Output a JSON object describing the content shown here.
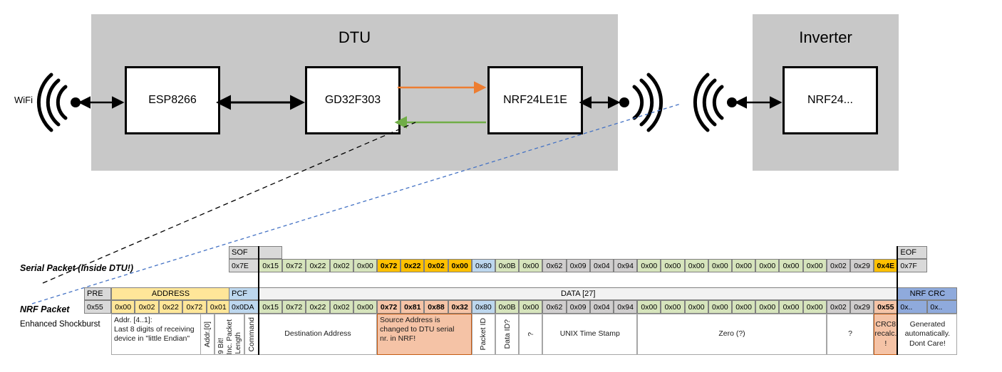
{
  "diagram": {
    "dtu": {
      "title": "DTU",
      "chips": [
        {
          "label": "ESP8266"
        },
        {
          "label": "GD32F303"
        },
        {
          "label": "NRF24LE1E"
        }
      ],
      "wifi_label": "WiFi"
    },
    "inverter": {
      "title": "Inverter",
      "chips": [
        {
          "label": "NRF24..."
        }
      ]
    },
    "colors": {
      "enclosure": "#c8c8c8",
      "arrow_tx": "#ed7d31",
      "arrow_rx": "#70ad47",
      "arrow_black": "#000000",
      "leader_serial": "#000000",
      "leader_nrf": "#4472c4"
    }
  },
  "packets": {
    "serial_label": "Serial Packet (inside DTU!)",
    "nrf_label": "NRF Packet",
    "nrf_sublabel": "Enhanced Shockburst",
    "serial": {
      "sof_header": "SOF",
      "sof_value": "0x7E",
      "eof_header": "EOF",
      "eof_value": "0x7F",
      "bytes": [
        {
          "v": "0x15",
          "c": "green"
        },
        {
          "v": "0x72",
          "c": "green"
        },
        {
          "v": "0x22",
          "c": "green"
        },
        {
          "v": "0x02",
          "c": "green"
        },
        {
          "v": "0x00",
          "c": "green"
        },
        {
          "v": "0x72",
          "c": "yellow",
          "b": true
        },
        {
          "v": "0x22",
          "c": "yellow",
          "b": true
        },
        {
          "v": "0x02",
          "c": "yellow",
          "b": true
        },
        {
          "v": "0x00",
          "c": "yellow",
          "b": true
        },
        {
          "v": "0x80",
          "c": "blue"
        },
        {
          "v": "0x0B",
          "c": "green"
        },
        {
          "v": "0x00",
          "c": "green"
        },
        {
          "v": "0x62",
          "c": "grey"
        },
        {
          "v": "0x09",
          "c": "grey"
        },
        {
          "v": "0x04",
          "c": "grey"
        },
        {
          "v": "0x94",
          "c": "grey"
        },
        {
          "v": "0x00",
          "c": "green"
        },
        {
          "v": "0x00",
          "c": "green"
        },
        {
          "v": "0x00",
          "c": "green"
        },
        {
          "v": "0x00",
          "c": "green"
        },
        {
          "v": "0x00",
          "c": "green"
        },
        {
          "v": "0x00",
          "c": "green"
        },
        {
          "v": "0x00",
          "c": "green"
        },
        {
          "v": "0x00",
          "c": "green"
        },
        {
          "v": "0x02",
          "c": "grey"
        },
        {
          "v": "0x29",
          "c": "grey"
        },
        {
          "v": "0x4E",
          "c": "orange",
          "b": true
        }
      ]
    },
    "nrf": {
      "pre_header": "PRE",
      "pre_value": "0x55",
      "address_header": "ADDRESS",
      "address_bytes": [
        "0x00",
        "0x02",
        "0x22",
        "0x72",
        "0x01"
      ],
      "pcf_header": "PCF",
      "pcf_value": "0x0DA",
      "data_header": "DATA [27]",
      "crc_header": "NRF CRC",
      "crc_values": [
        "0x..",
        "0x.."
      ],
      "bytes": [
        {
          "v": "0x15",
          "c": "green"
        },
        {
          "v": "0x72",
          "c": "green"
        },
        {
          "v": "0x22",
          "c": "green"
        },
        {
          "v": "0x02",
          "c": "green"
        },
        {
          "v": "0x00",
          "c": "green"
        },
        {
          "v": "0x72",
          "c": "salmon",
          "b": true
        },
        {
          "v": "0x81",
          "c": "salmon",
          "b": true
        },
        {
          "v": "0x88",
          "c": "salmon",
          "b": true
        },
        {
          "v": "0x32",
          "c": "salmon",
          "b": true
        },
        {
          "v": "0x80",
          "c": "blue"
        },
        {
          "v": "0x0B",
          "c": "green"
        },
        {
          "v": "0x00",
          "c": "green"
        },
        {
          "v": "0x62",
          "c": "grey"
        },
        {
          "v": "0x09",
          "c": "grey"
        },
        {
          "v": "0x04",
          "c": "grey"
        },
        {
          "v": "0x94",
          "c": "grey"
        },
        {
          "v": "0x00",
          "c": "green"
        },
        {
          "v": "0x00",
          "c": "green"
        },
        {
          "v": "0x00",
          "c": "green"
        },
        {
          "v": "0x00",
          "c": "green"
        },
        {
          "v": "0x00",
          "c": "green"
        },
        {
          "v": "0x00",
          "c": "green"
        },
        {
          "v": "0x00",
          "c": "green"
        },
        {
          "v": "0x00",
          "c": "green"
        },
        {
          "v": "0x02",
          "c": "grey"
        },
        {
          "v": "0x29",
          "c": "grey"
        },
        {
          "v": "0x55",
          "c": "salmon",
          "b": true
        }
      ]
    },
    "descriptions": {
      "address": "Addr. [4..1]:\nLast 8 digits of receiving device in \"little Endian\"",
      "addr0": "Addr.[0]",
      "pcf_a": "9 Bit!",
      "pcf_b": "Inc. Packet",
      "pcf_c": "Length",
      "command": "Command",
      "destination": "Destination Address",
      "source": "Source Address is changed to DTU serial nr. in NRF!",
      "packet_id": "Packet ID",
      "data_id": "Data ID?",
      "unknown1": "?",
      "timestamp": "UNIX Time Stamp",
      "zero": "Zero (?)",
      "unknown2": "?",
      "crc8": "CRC8 recalc. !",
      "nrf_crc_note": "Generated automatically. Dont Care!"
    },
    "colors": {
      "green": "#d6e4bc",
      "yellow": "#ffc000",
      "blue": "#bdd7ee",
      "grey": "#d0cece",
      "orange": "#ffc000",
      "salmon": "#f5c3a6",
      "address_fill": "#ffe699",
      "pcf_fill": "#bdd7ee",
      "crc_fill": "#8faadc",
      "header_grey": "#d9d9d9",
      "data_hdr": "#f2f2f2"
    }
  }
}
